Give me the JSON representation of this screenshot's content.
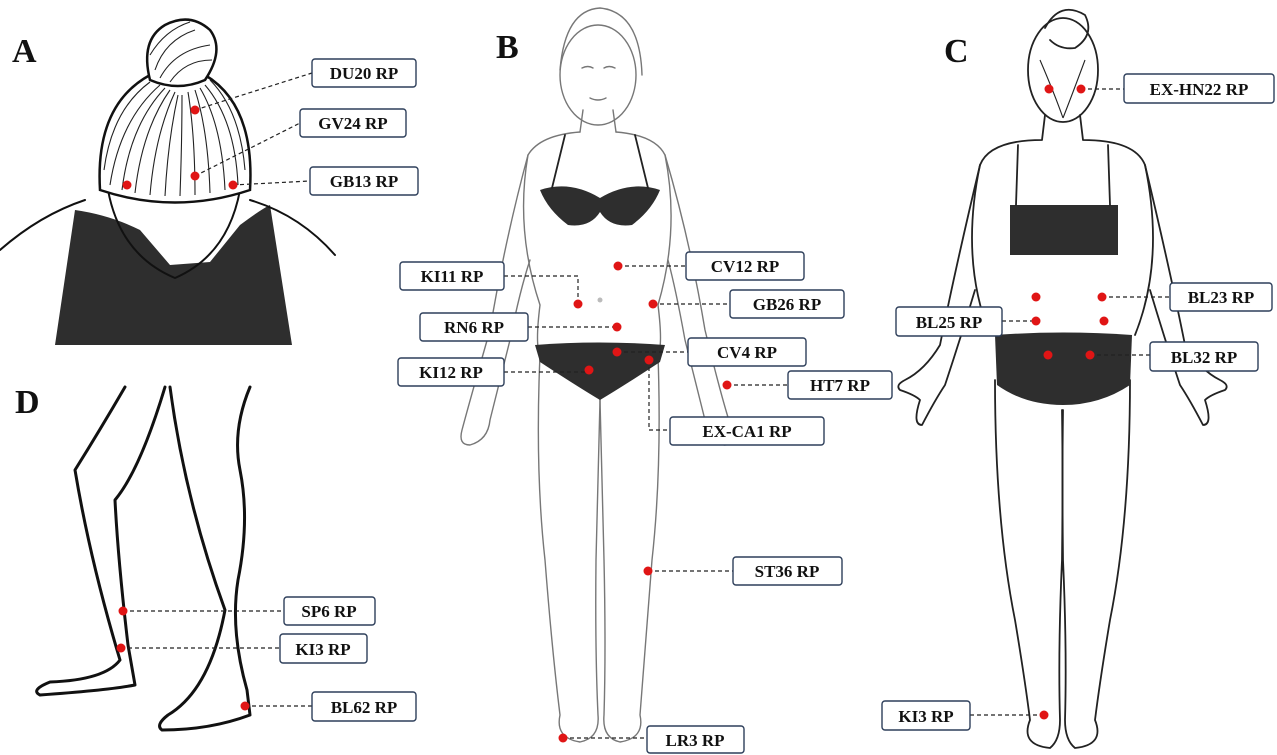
{
  "panels": [
    {
      "letter": "A",
      "view": "head top view"
    },
    {
      "letter": "B",
      "view": "front view"
    },
    {
      "letter": "C",
      "view": "back view"
    },
    {
      "letter": "D",
      "view": "lower legs"
    }
  ],
  "colors": {
    "point": "#e01515",
    "box_border": "#2d3e5a",
    "clothing": "#2e2e2e"
  },
  "labels": [
    {
      "id": "du20",
      "text": "DU20 RP"
    },
    {
      "id": "gv24",
      "text": "GV24 RP"
    },
    {
      "id": "gb13",
      "text": "GB13 RP"
    },
    {
      "id": "cv12",
      "text": "CV12 RP"
    },
    {
      "id": "ki11",
      "text": "KI11 RP"
    },
    {
      "id": "gb26",
      "text": "GB26 RP"
    },
    {
      "id": "rn6",
      "text": "RN6 RP"
    },
    {
      "id": "cv4",
      "text": "CV4 RP"
    },
    {
      "id": "ki12",
      "text": "KI12 RP"
    },
    {
      "id": "ht7",
      "text": "HT7 RP"
    },
    {
      "id": "exca1",
      "text": "EX-CA1 RP"
    },
    {
      "id": "st36",
      "text": "ST36 RP"
    },
    {
      "id": "lr3",
      "text": "LR3 RP"
    },
    {
      "id": "exhn22",
      "text": "EX-HN22 RP"
    },
    {
      "id": "bl23",
      "text": "BL23 RP"
    },
    {
      "id": "bl25",
      "text": "BL25 RP"
    },
    {
      "id": "bl32",
      "text": "BL32 RP"
    },
    {
      "id": "ki3c",
      "text": "KI3 RP"
    },
    {
      "id": "sp6",
      "text": "SP6 RP"
    },
    {
      "id": "ki3d",
      "text": "KI3 RP"
    },
    {
      "id": "bl62",
      "text": "BL62 RP"
    }
  ]
}
